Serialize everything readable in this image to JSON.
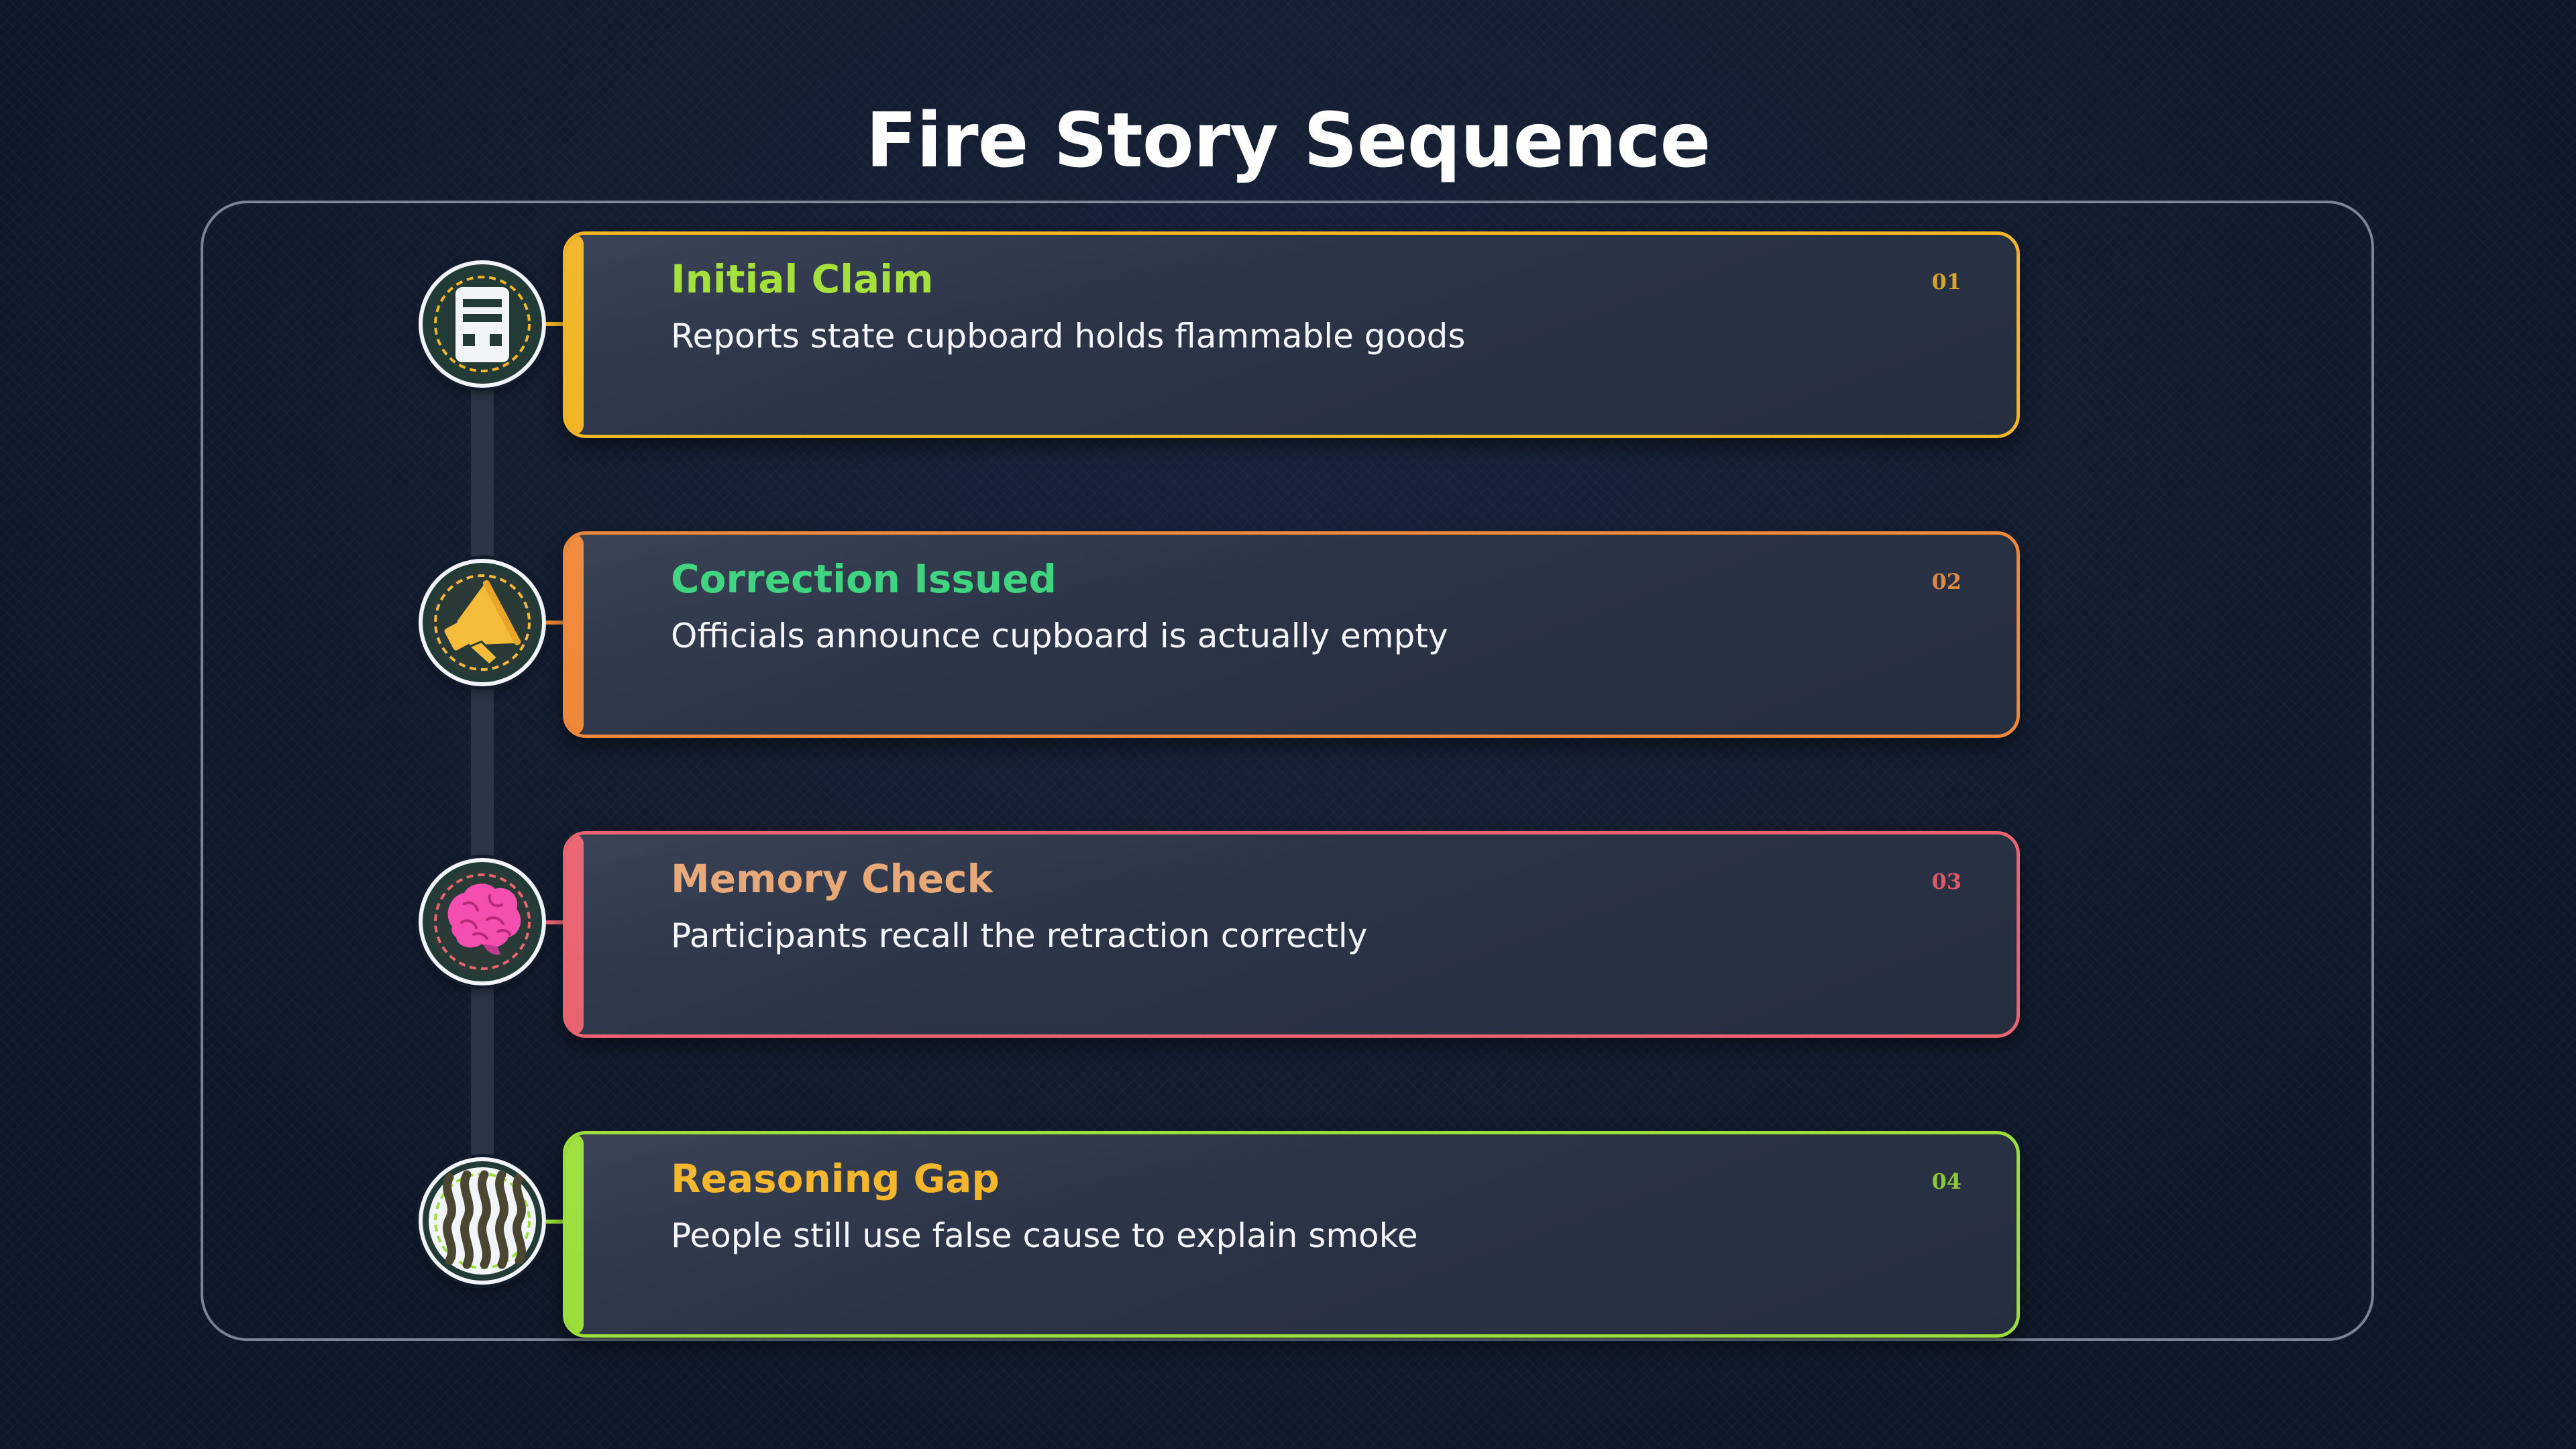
{
  "title": "Fire Story Sequence",
  "steps": [
    {
      "number": "01",
      "title": "Initial Claim",
      "description": "Reports state cupboard holds flammable goods",
      "icon": "cupboard-icon",
      "border_color": "#f2b526",
      "title_color": "#a4e03a",
      "number_color": "#d9a42a"
    },
    {
      "number": "02",
      "title": "Correction Issued",
      "description": "Officials announce cupboard is actually empty",
      "icon": "megaphone-icon",
      "border_color": "#f0883a",
      "title_color": "#3fd47f",
      "number_color": "#e08840"
    },
    {
      "number": "03",
      "title": "Memory Check",
      "description": "Participants recall the retraction correctly",
      "icon": "brain-icon",
      "border_color": "#ea6470",
      "title_color": "#e8a878",
      "number_color": "#e05868"
    },
    {
      "number": "04",
      "title": "Reasoning Gap",
      "description": "People still use false cause to explain smoke",
      "icon": "smoke-icon",
      "border_color": "#9cdf3a",
      "title_color": "#f5b62a",
      "number_color": "#8ec83a"
    }
  ]
}
